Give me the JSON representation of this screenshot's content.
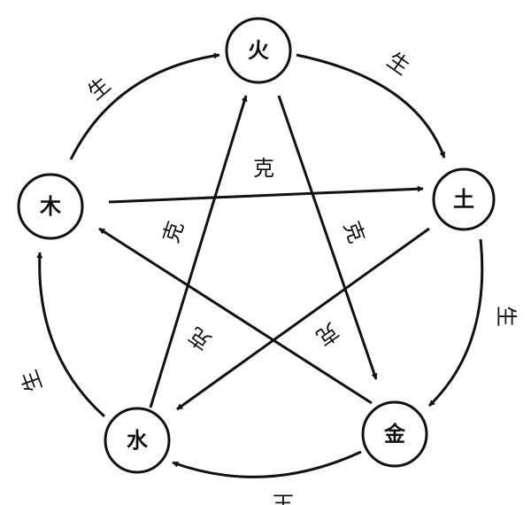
{
  "nodes": {
    "fire": "火",
    "earth": "土",
    "metal": "金",
    "water": "水",
    "wood": "木"
  },
  "generating_label": "生",
  "overcoming_label": "克",
  "generating_cycle": [
    "wood",
    "fire",
    "earth",
    "metal",
    "water"
  ],
  "overcoming_cycle": [
    "wood",
    "earth",
    "water",
    "fire",
    "metal"
  ]
}
